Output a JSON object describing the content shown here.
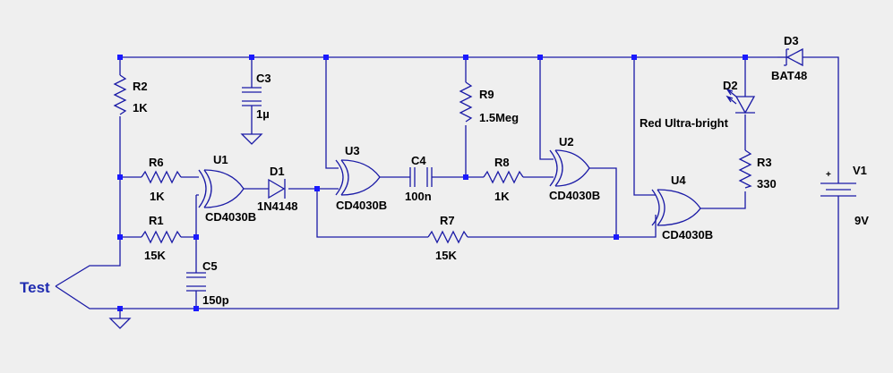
{
  "colors": {
    "background": "#efefef",
    "wire": "#1a1aa6",
    "junction": "#1a1aff",
    "label": "#000000",
    "port": "#1f2bb0"
  },
  "port": {
    "label": "Test"
  },
  "components": {
    "R2": {
      "name": "R2",
      "value": "1K"
    },
    "C3": {
      "name": "C3",
      "value": "1µ"
    },
    "R9": {
      "name": "R9",
      "value": "1.5Meg"
    },
    "D3": {
      "name": "D3",
      "value": "BAT48"
    },
    "D2": {
      "name": "D2",
      "value": "Red Ultra-bright"
    },
    "R6": {
      "name": "R6",
      "value": "1K"
    },
    "U1": {
      "name": "U1",
      "value": "CD4030B"
    },
    "D1": {
      "name": "D1",
      "value": "1N4148"
    },
    "U3": {
      "name": "U3",
      "value": "CD4030B"
    },
    "C4": {
      "name": "C4",
      "value": "100n"
    },
    "R8": {
      "name": "R8",
      "value": "1K"
    },
    "U2": {
      "name": "U2",
      "value": "CD4030B"
    },
    "U4": {
      "name": "U4",
      "value": "CD4030B"
    },
    "R3": {
      "name": "R3",
      "value": "330"
    },
    "V1": {
      "name": "V1",
      "value": "9V",
      "polarity": "+"
    },
    "R1": {
      "name": "R1",
      "value": "15K"
    },
    "R7": {
      "name": "R7",
      "value": "15K"
    },
    "C5": {
      "name": "C5",
      "value": "150p"
    }
  }
}
